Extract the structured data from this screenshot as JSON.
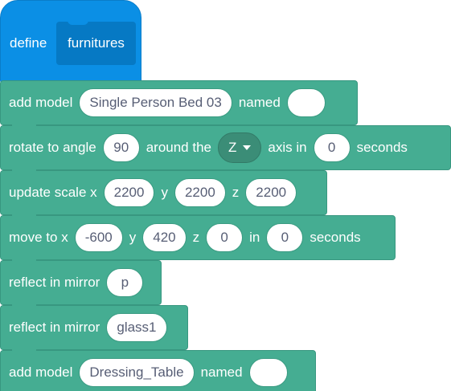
{
  "define": {
    "keyword": "define",
    "name": "furnitures"
  },
  "blocks": [
    {
      "id": "add-model-1",
      "parts": {
        "t1": "add model",
        "v1": "Single Person Bed 03",
        "t2": "named",
        "v2": ""
      }
    },
    {
      "id": "rotate",
      "parts": {
        "t1": "rotate to angle",
        "v1": "90",
        "t2": "around the",
        "dd": "Z",
        "t3": "axis in",
        "v2": "0",
        "t4": "seconds"
      }
    },
    {
      "id": "scale",
      "parts": {
        "t1": "update scale x",
        "v1": "2200",
        "t2": "y",
        "v2": "2200",
        "t3": "z",
        "v3": "2200"
      }
    },
    {
      "id": "move",
      "parts": {
        "t1": "move to x",
        "v1": "-600",
        "t2": "y",
        "v2": "420",
        "t3": "z",
        "v3": "0",
        "t4": "in",
        "v4": "0",
        "t5": "seconds"
      }
    },
    {
      "id": "mirror-1",
      "parts": {
        "t1": "reflect in mirror",
        "v1": "p"
      }
    },
    {
      "id": "mirror-2",
      "parts": {
        "t1": "reflect in mirror",
        "v1": "glass1"
      }
    },
    {
      "id": "add-model-2",
      "parts": {
        "t1": "add model",
        "v1": "Dressing_Table",
        "t2": "named",
        "v2": ""
      }
    }
  ],
  "colors": {
    "define_block": "#0b8fe5",
    "motion_block": "#45ad92",
    "input_text": "#575e75"
  }
}
